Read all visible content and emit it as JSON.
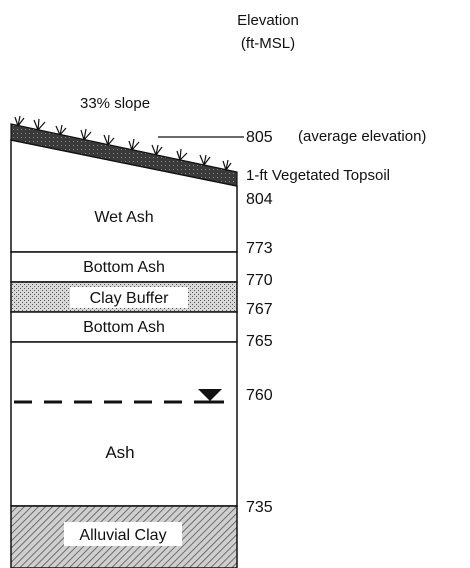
{
  "header": {
    "elevation_title": "Elevation",
    "elevation_units": "(ft-MSL)"
  },
  "slope_label": "33% slope",
  "layers": {
    "wet_ash": "Wet Ash",
    "bottom_ash_upper": "Bottom Ash",
    "clay_buffer": "Clay Buffer",
    "bottom_ash_lower": "Bottom Ash",
    "ash": "Ash",
    "alluvial_clay": "Alluvial Clay"
  },
  "annotations": {
    "average_elevation": "(average elevation)",
    "topsoil": "1-ft Vegetated Topsoil"
  },
  "elevations": {
    "e805": "805",
    "e804": "804",
    "e773": "773",
    "e770": "770",
    "e767": "767",
    "e765": "765",
    "e760": "760",
    "e735": "735"
  },
  "colors": {
    "line": "#111111",
    "clay_fill": "#8c8c8c",
    "topsoil": "#2a2a2a"
  }
}
